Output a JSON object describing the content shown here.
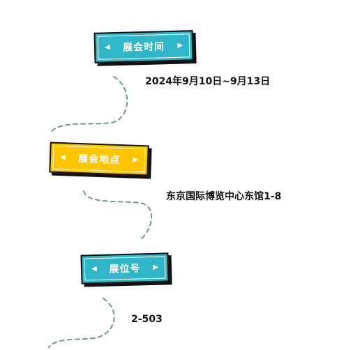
{
  "colors": {
    "teal": "#2fb6c8",
    "yellow": "#ffc600",
    "path": "#6f9a92"
  },
  "icons": {
    "left_arrow": "◀",
    "right_arrow": "▶"
  },
  "sections": {
    "time": {
      "label": "展会时间",
      "value": "2024年9月10日~9月13日"
    },
    "location": {
      "label": "展会地点",
      "value": "东京国际博览中心东馆1-8"
    },
    "booth": {
      "label": "展位号",
      "value": "2-503"
    }
  }
}
